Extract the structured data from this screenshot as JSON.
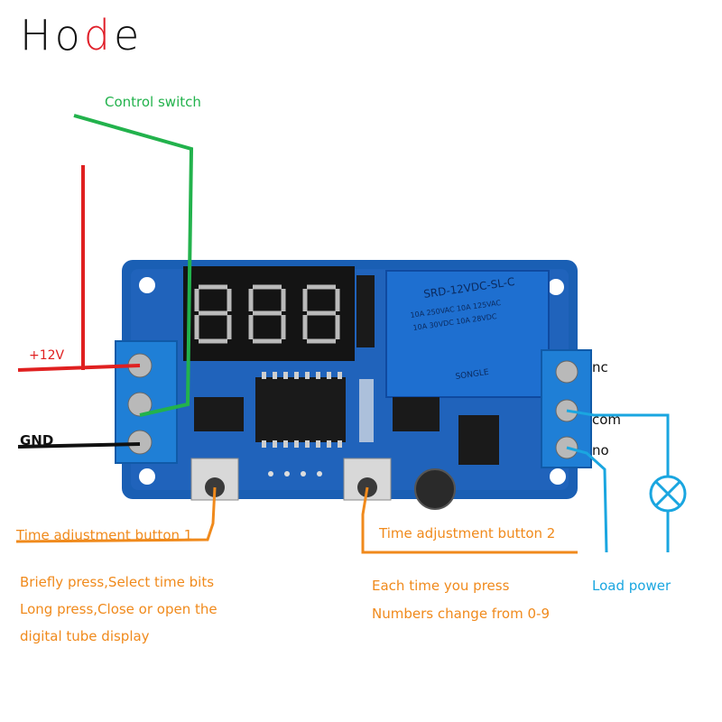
{
  "brand": {
    "prefix": "Ho",
    "dot": "d",
    "suffix": "e"
  },
  "labels": {
    "control_switch": "Control switch",
    "plus12v": "+12V",
    "gnd": "GND",
    "nc": "nc",
    "com": "com",
    "no": "no",
    "button1": "Time adjustment button 1",
    "button2": "Time adjustment button 2",
    "load_power": "Load power",
    "b1_line1": "Briefly press,Select time bits",
    "b1_line2": "Long press,Close or open the",
    "b1_line3": "digital tube display",
    "b2_line1": "Each time you press",
    "b2_line2": "Numbers change from 0-9"
  },
  "relay": {
    "model": "SRD-12VDC-SL-C",
    "rating1": "10A 250VAC  10A 125VAC",
    "rating2": "10A 30VDC  10A 28VDC",
    "brand": "SONGLE"
  },
  "colors": {
    "board": "#1a5fb4",
    "terminal": "#1f7fd6",
    "wire_red": "#e02020",
    "wire_green": "#22b24c",
    "wire_black": "#111111",
    "wire_blue": "#1aa6e0",
    "callout_orange": "#f08a1c"
  }
}
